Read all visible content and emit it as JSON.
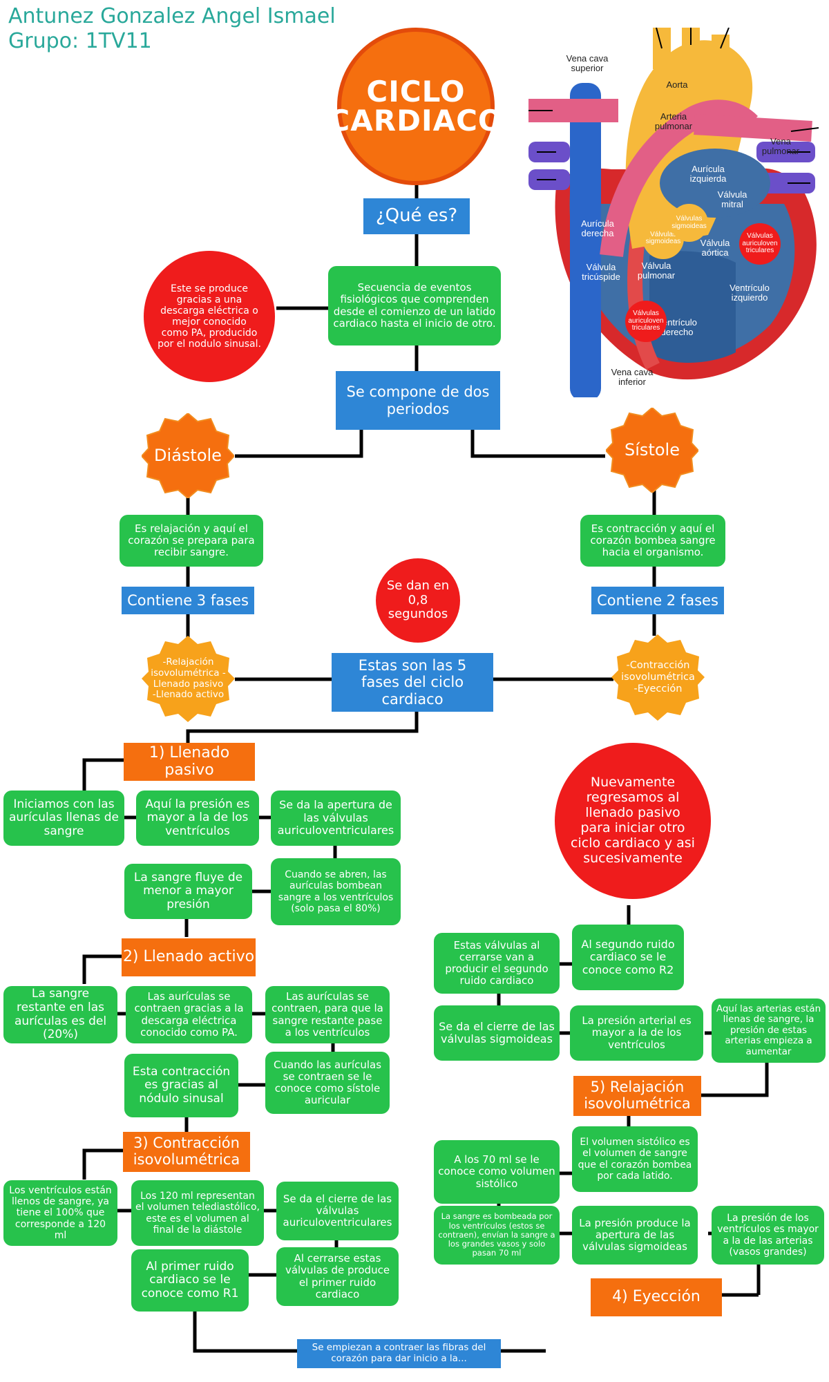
{
  "header": {
    "name": "Antunez Gonzalez Angel Ismael",
    "group": "Grupo: 1TV11"
  },
  "title": {
    "line1": "CICLO",
    "line2": "CARDIACO"
  },
  "heart_labels": {
    "vena_cava_superior": "Vena cava superior",
    "aorta": "Aorta",
    "arteria_pulmonar": "Arteria pulmonar",
    "vena_pulmonar": "Vena pulmonar",
    "auricula_izquierda": "Aurícula izquierda",
    "valvula_mitral": "Válvula mitral",
    "auricula_derecha": "Aurícula derecha",
    "valvula_aortica": "Válvula aórtica",
    "valvula_tricuspide": "Válvula tricúspide",
    "valvula_pulmonar": "Válvula pulmonar",
    "ventriculo_izquierdo": "Ventrículo izquierdo",
    "ventriculo_derecho": "Ventrículo derecho",
    "vena_cava_inferior": "Vena cava inferior",
    "sigmoideas_1": "Válvulas sigmoideas",
    "sigmoideas_2": "Válvulas sigmoideas",
    "auriculoventriculares_1": "Válvulas auriculoven triculares",
    "auriculoventriculares_2": "Válvulas auriculoven triculares"
  },
  "nodes": {
    "que_es": "¿Qué es?",
    "definicion": "Secuencia de eventos fisiológicos que comprenden desde el comienzo de un latido cardiaco hasta el inicio de otro.",
    "pa_nota": "Este se produce gracias a una descarga eléctrica o mejor conocido como PA, producido por el nodulo sinusal.",
    "periodos": "Se compone de dos periodos",
    "diastole": "Diástole",
    "sistole": "Sístole",
    "diastole_desc": "Es relajación y aquí el corazón se prepara para recibir sangre.",
    "sistole_desc": "Es contracción y aquí el corazón bombea sangre hacia el organismo.",
    "contiene3": "Contiene 3 fases",
    "contiene2": "Contiene 2 fases",
    "tiempo": "Se dan en 0,8 segundos",
    "fases_diastole": "-Relajación isovolumétrica -Llenado pasivo -Llenado activo",
    "fases_sistole": "-Contracción isovolumétrica -Eyección",
    "cinco_fases": "Estas son las 5 fases del ciclo cardiaco",
    "f1": "1) Llenado pasivo",
    "f1_a": "Iniciamos con las aurículas llenas de sangre",
    "f1_b": "Aquí la presión es mayor a la de los ventrículos",
    "f1_c": "Se da la apertura de las válvulas auriculoventriculares",
    "f1_d": "Cuando se abren, las aurículas bombean sangre a los ventrículos (solo pasa el 80%)",
    "f1_e": "La sangre fluye de menor a mayor presión",
    "f2": "2) Llenado activo",
    "f2_a": "La sangre restante en las aurículas es del (20%)",
    "f2_b": "Las aurículas se contraen gracias a la descarga eléctrica conocido como PA.",
    "f2_c": "Las aurículas se contraen, para que la sangre restante pase a los ventrículos",
    "f2_d": "Cuando las aurículas se contraen se le conoce como sístole auricular",
    "f2_e": "Esta contracción es gracias al nódulo sinusal",
    "f3": "3) Contracción isovolumétrica",
    "f3_a": "Los ventrículos están llenos de sangre, ya tiene el 100% que corresponde a 120 ml",
    "f3_b": "Los 120 ml representan el volumen telediastólico, este es el volumen al final de la diástole",
    "f3_c": "Se da el cierre de las válvulas auriculoventriculares",
    "f3_d": "Al cerrarse estas válvulas de produce el primer ruido cardiaco",
    "f3_e": "Al primer ruido cardiaco se le conoce como R1",
    "bottom": "Se empiezan a contraer las fibras del corazón para dar inicio a la...",
    "f4": "4) Eyección",
    "f4_a": "La presión de los ventrículos es mayor a la de las arterias (vasos grandes)",
    "f4_b": "La presión produce la apertura de las válvulas sigmoideas",
    "f4_c": "La sangre es bombeada por los ventrículos (estos se contraen), envían la sangre a los grandes vasos y solo pasan 70 ml",
    "f4_d": "A los 70 ml se le conoce como volumen sistólico",
    "f4_e": "El volumen sistólico es el volumen de sangre que el corazón bombea por cada latido.",
    "f5": "5) Relajación isovolumétrica",
    "f5_a": "Aquí las arterias están llenas de sangre, la presión de estas arterias empieza a aumentar",
    "f5_b": "La presión arterial es mayor a la de los ventrículos",
    "f5_c": "Se da el cierre de las válvulas sigmoideas",
    "f5_d": "Estas válvulas al cerrarse van a producir el segundo ruido cardiaco",
    "f5_e": "Al segundo ruido cardiaco se le conoce como R2",
    "final": "Nuevamente regresamos al llenado pasivo para iniciar otro ciclo cardiaco y asi sucesivamente"
  },
  "colors": {
    "green": "#27c24c",
    "blue": "#2e86d6",
    "orange": "#f56f0f",
    "red": "#ef1c1c",
    "teal": "#29a89a"
  }
}
